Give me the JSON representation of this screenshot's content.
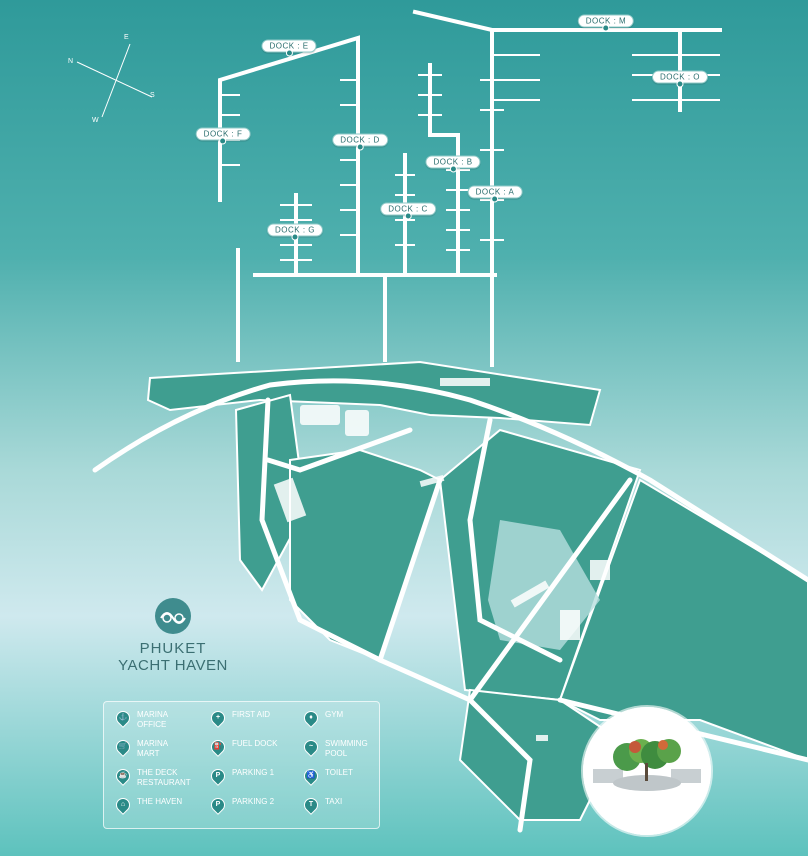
{
  "docks": [
    {
      "id": "e",
      "label": "DOCK : E"
    },
    {
      "id": "m",
      "label": "DOCK : M"
    },
    {
      "id": "o",
      "label": "DOCK : O"
    },
    {
      "id": "f",
      "label": "DOCK : F"
    },
    {
      "id": "d",
      "label": "DOCK : D"
    },
    {
      "id": "b",
      "label": "DOCK : B"
    },
    {
      "id": "a",
      "label": "DOCK : A"
    },
    {
      "id": "c",
      "label": "DOCK : C"
    },
    {
      "id": "g",
      "label": "DOCK : G"
    }
  ],
  "compass": {
    "n": "N",
    "e": "E",
    "s": "S",
    "w": "W"
  },
  "logo": {
    "line1": "PHUKET",
    "line2": "YACHT HAVEN"
  },
  "legend": {
    "col1": [
      {
        "label": "MARINA\nOFFICE",
        "icon": "marina-office-icon",
        "glyph": "⚓"
      },
      {
        "label": "MARINA\nMART",
        "icon": "marina-mart-icon",
        "glyph": "🛒"
      },
      {
        "label": "THE DECK\nRESTAURANT",
        "icon": "restaurant-icon",
        "glyph": "☕"
      },
      {
        "label": "THE HAVEN",
        "icon": "haven-icon",
        "glyph": "⌂"
      }
    ],
    "col2": [
      {
        "label": "FIRST AID",
        "icon": "first-aid-icon",
        "glyph": "+"
      },
      {
        "label": "FUEL DOCK",
        "icon": "fuel-icon",
        "glyph": "⛽"
      },
      {
        "label": "PARKING 1",
        "icon": "parking-icon",
        "glyph": "P"
      },
      {
        "label": "PARKING 2",
        "icon": "parking-icon",
        "glyph": "P"
      }
    ],
    "col3": [
      {
        "label": "GYM",
        "icon": "gym-icon",
        "glyph": "♦"
      },
      {
        "label": "SWIMMING\nPOOL",
        "icon": "pool-icon",
        "glyph": "~"
      },
      {
        "label": "TOILET",
        "icon": "toilet-icon",
        "glyph": "♿"
      },
      {
        "label": "TAXI",
        "icon": "taxi-icon",
        "glyph": "T"
      }
    ]
  },
  "colors": {
    "land": "#3f9e90",
    "road": "#ffffff",
    "water": "#4fb0ae",
    "accent": "#2a8a87"
  }
}
